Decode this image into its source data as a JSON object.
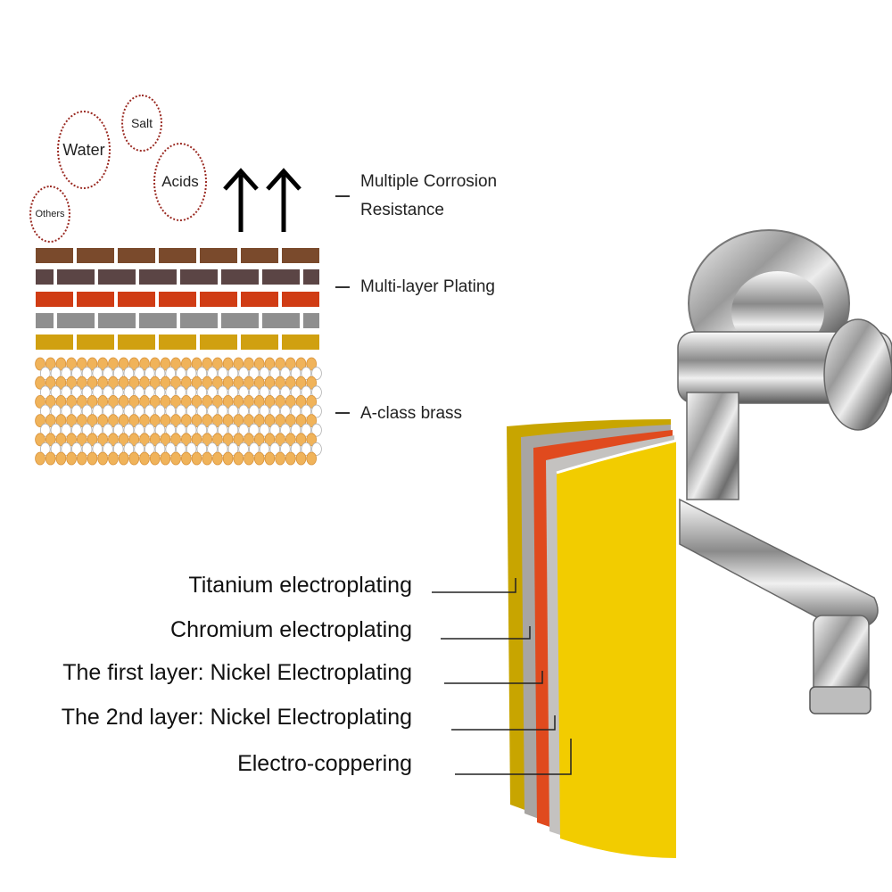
{
  "threats": [
    {
      "label": "Water"
    },
    {
      "label": "Salt"
    },
    {
      "label": "Acids"
    },
    {
      "label": "Others"
    }
  ],
  "side_labels": {
    "corrosion_line1": "Multiple Corrosion",
    "corrosion_line2": "Resistance",
    "plating": "Multi-layer Plating",
    "brass": "A-class brass"
  },
  "plating_layers": [
    {
      "label": "Titanium electroplating",
      "color": "#c8a500"
    },
    {
      "label": "Chromium electroplating",
      "color": "#a8a5a2"
    },
    {
      "label": "The first layer: Nickel Electroplating",
      "color": "#e04a1e"
    },
    {
      "label": "The 2nd layer: Nickel Electroplating",
      "color": "#c4c2c0"
    },
    {
      "label": "Electro-coppering",
      "color": "#f2cc00"
    }
  ],
  "brick_rows": [
    {
      "color": "#7a4a2c"
    },
    {
      "color": "#5b4545"
    },
    {
      "color": "#d03c14"
    },
    {
      "color": "#8f8f8f"
    },
    {
      "color": "#d0a010"
    }
  ],
  "brass_colors": {
    "gold": "#f0b35a",
    "white": "#ffffff"
  },
  "icons": {
    "arrows": "up-arrow-icon",
    "faucet": "faucet-image"
  }
}
